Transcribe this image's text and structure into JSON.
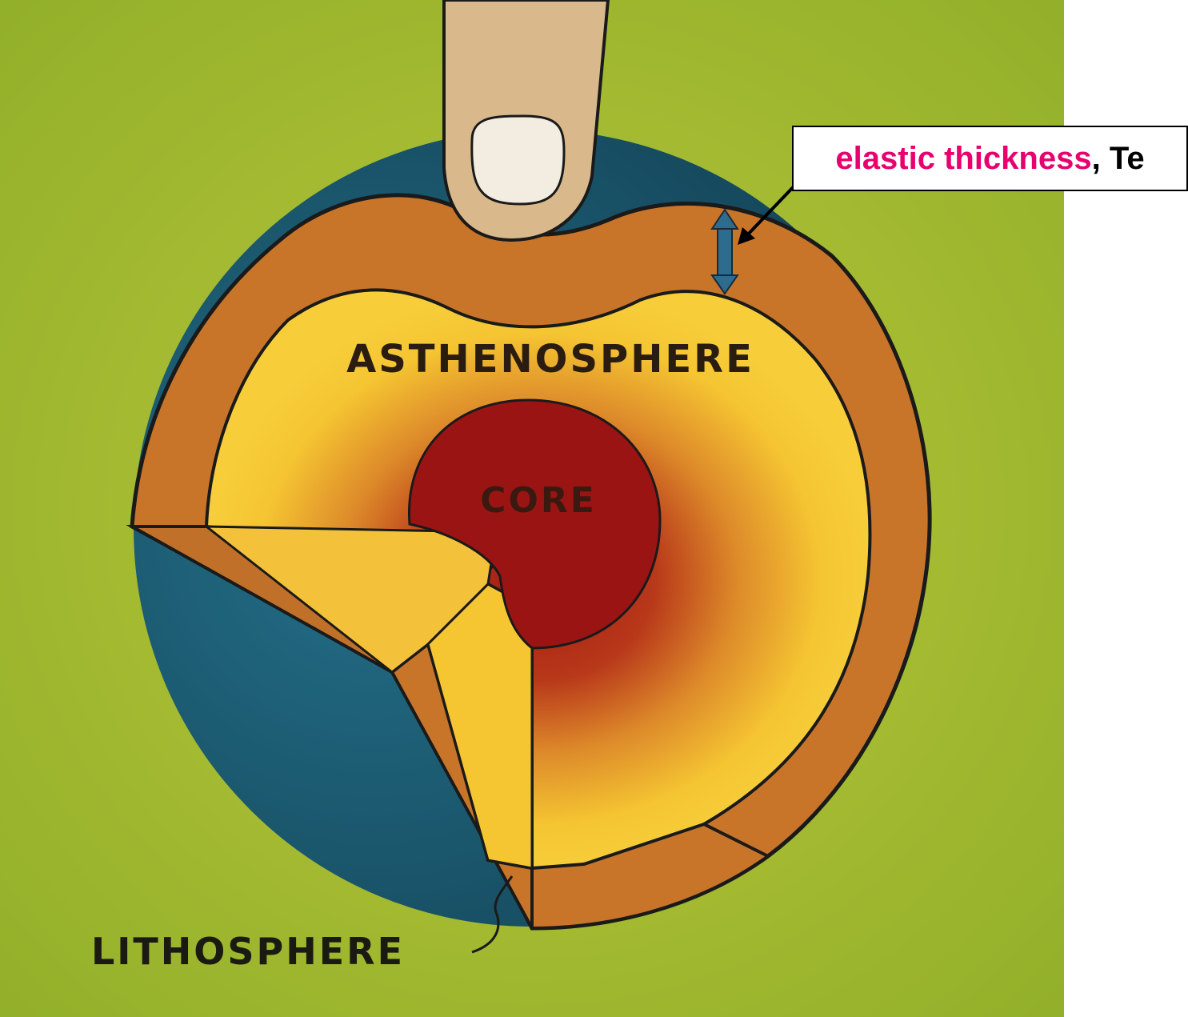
{
  "labels": {
    "asthenosphere": "ASTHENOSPHERE",
    "core": "CORE",
    "lithosphere": "LITHOSPHERE"
  },
  "callout": {
    "term": "elastic thickness",
    "separator": ",",
    "symbol": "Te"
  },
  "colors": {
    "background": "#a6bb2e",
    "ocean": "#1d5f78",
    "lithosphere": "#c8752a",
    "asthenosphere": "#f5c532",
    "core": "#9b1414",
    "finger": "#d9b98c",
    "arrow": "#2e6c8e",
    "callout_term": "#e8006e"
  },
  "icons": {
    "finger": "finger-pressing-icon",
    "thickness_arrow": "double-headed-arrow-icon",
    "pointer_arrow": "pointer-arrow-icon"
  }
}
